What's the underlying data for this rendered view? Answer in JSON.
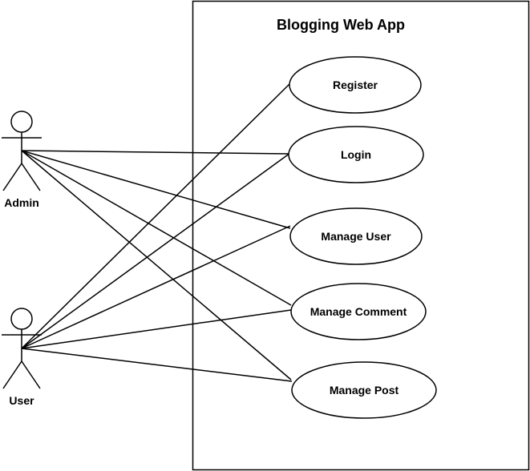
{
  "diagram": {
    "title": "Blogging Web App",
    "colors": {
      "stroke": "#000000",
      "fill": "#ffffff",
      "text": "#000000"
    },
    "actors": [
      {
        "id": "admin",
        "label": "Admin"
      },
      {
        "id": "user",
        "label": "User"
      }
    ],
    "use_cases": [
      {
        "id": "register",
        "label": "Register"
      },
      {
        "id": "login",
        "label": "Login"
      },
      {
        "id": "manage_user",
        "label": "Manage User"
      },
      {
        "id": "manage_comment",
        "label": "Manage Comment"
      },
      {
        "id": "manage_post",
        "label": "Manage Post"
      }
    ],
    "associations": [
      {
        "actor": "admin",
        "use_case": "login"
      },
      {
        "actor": "admin",
        "use_case": "manage_user"
      },
      {
        "actor": "admin",
        "use_case": "manage_comment"
      },
      {
        "actor": "admin",
        "use_case": "manage_post"
      },
      {
        "actor": "user",
        "use_case": "register"
      },
      {
        "actor": "user",
        "use_case": "login"
      },
      {
        "actor": "user",
        "use_case": "manage_user"
      },
      {
        "actor": "user",
        "use_case": "manage_comment"
      },
      {
        "actor": "user",
        "use_case": "manage_post"
      }
    ]
  }
}
